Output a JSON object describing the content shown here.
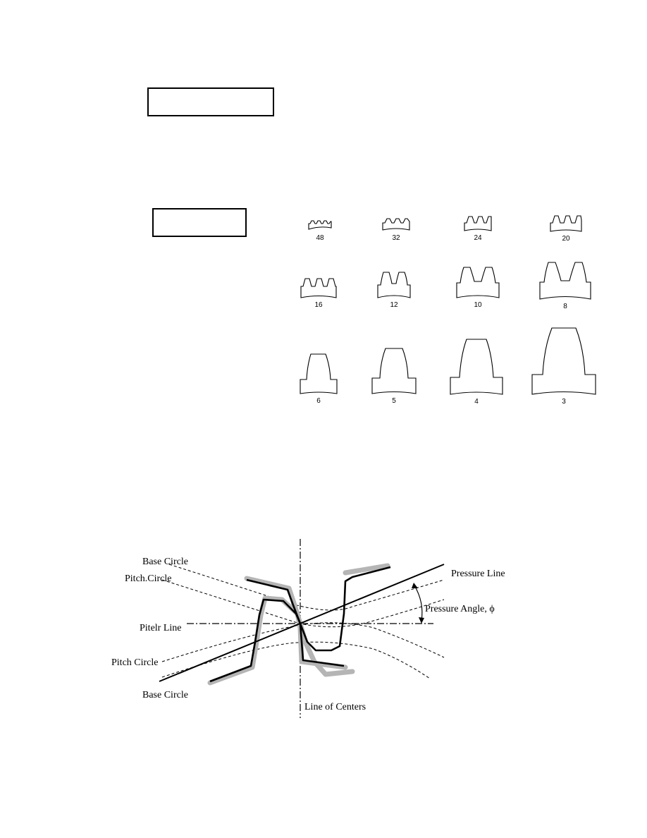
{
  "teeth_chart": {
    "rows": [
      [
        {
          "label": "48"
        },
        {
          "label": "32"
        },
        {
          "label": "24"
        },
        {
          "label": "20"
        }
      ],
      [
        {
          "label": "16"
        },
        {
          "label": "12"
        },
        {
          "label": "10"
        },
        {
          "label": "8"
        }
      ],
      [
        {
          "label": "6"
        },
        {
          "label": "5"
        },
        {
          "label": "4"
        },
        {
          "label": "3"
        }
      ]
    ]
  },
  "mesh_diagram": {
    "labels": {
      "base_circle_top": "Base Circle",
      "pitch_circle_top": "Pitch.Circle",
      "pitch_line": "Pitelr Line",
      "pitch_circle_bottom": "Pitch Circle",
      "base_circle_bottom": "Base Circle",
      "line_of_centers": "Line of Centers",
      "pressure_line": "Pressure Line",
      "pressure_angle": "Pressure Angle, ϕ"
    }
  },
  "colors": {
    "ink": "#000000",
    "tooth_shadow": "#b5b5b5"
  }
}
